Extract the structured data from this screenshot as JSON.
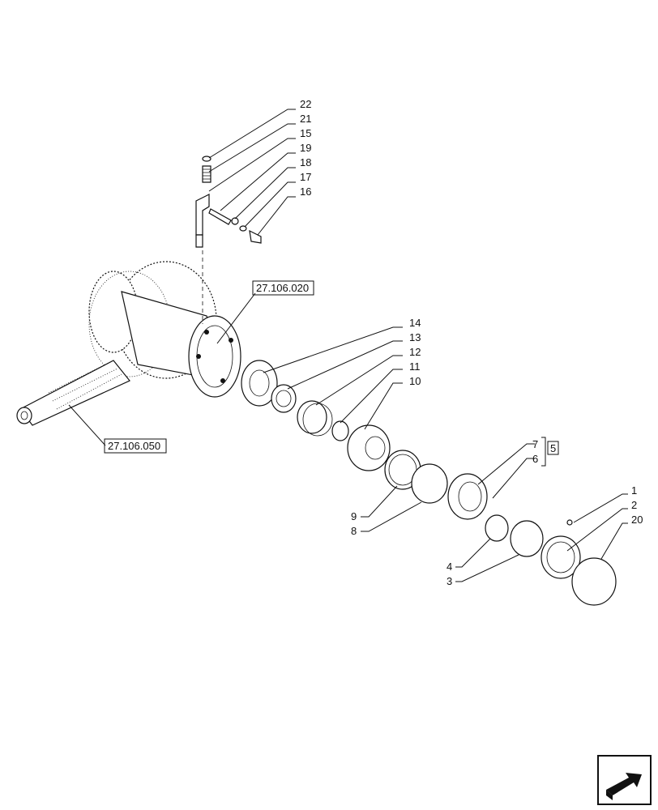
{
  "callouts": {
    "c1": "1",
    "c2": "2",
    "c3": "3",
    "c4": "4",
    "c5": "5",
    "c6": "6",
    "c7": "7",
    "c8": "8",
    "c9": "9",
    "c10": "10",
    "c11": "11",
    "c12": "12",
    "c13": "13",
    "c14": "14",
    "c15": "15",
    "c16": "16",
    "c17": "17",
    "c18": "18",
    "c19": "19",
    "c20": "20",
    "c21": "21",
    "c22": "22"
  },
  "references": {
    "ref_top": "27.106.020",
    "ref_bottom": "27.106.050"
  },
  "icons": {
    "nav": "next-page-arrow-icon"
  }
}
